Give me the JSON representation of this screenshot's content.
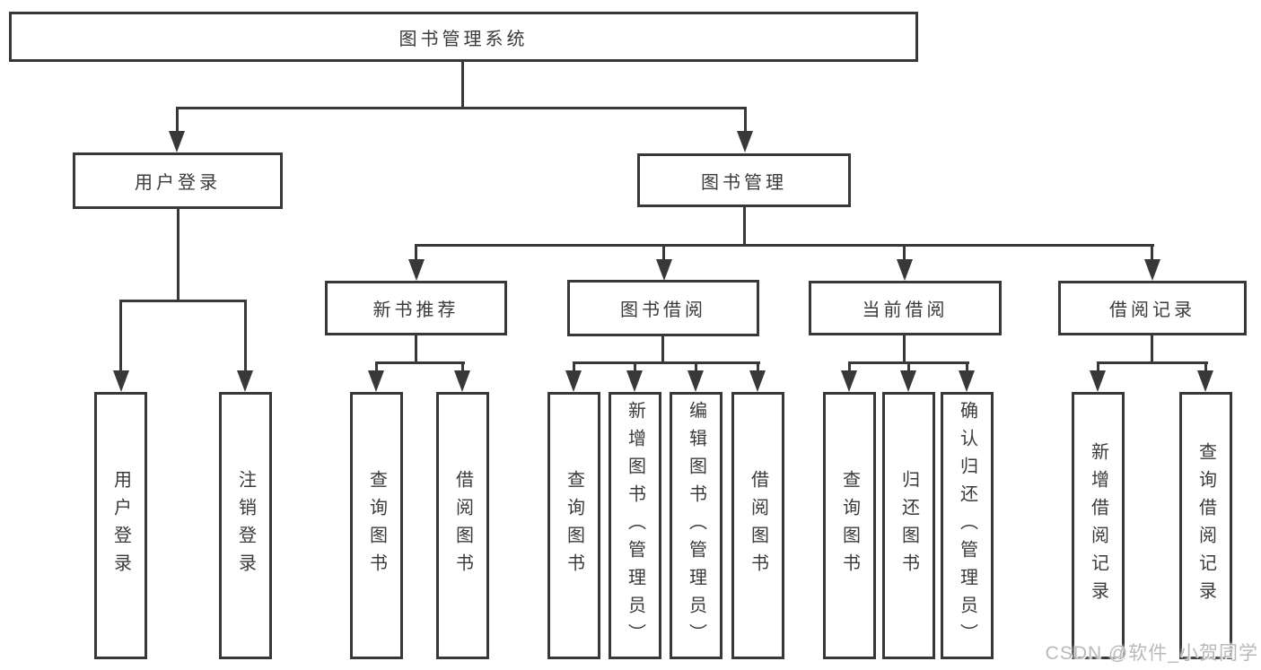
{
  "diagram": {
    "title": "图书管理系统",
    "level2": {
      "user_login": "用户登录",
      "book_management": "图书管理"
    },
    "level3": {
      "new_book_recommend": "新书推荐",
      "book_borrow": "图书借阅",
      "current_borrow": "当前借阅",
      "borrow_records": "借阅记录"
    },
    "leaves": {
      "user_login": [
        "用户登录",
        "注销登录"
      ],
      "new_book_recommend": [
        "查询图书",
        "借阅图书"
      ],
      "book_borrow": [
        "查询图书",
        "新增图书（管理员）",
        "编辑图书（管理员）",
        "借阅图书"
      ],
      "current_borrow": [
        "查询图书",
        "归还图书",
        "确认归还（管理员）"
      ],
      "borrow_records": [
        "新增借阅记录",
        "查询借阅记录"
      ]
    }
  },
  "watermark": "CSDN @软件_小贺同学",
  "colors": {
    "line": "#383838",
    "text": "#3a3a3a",
    "watermark": "#b9b9b9",
    "background": "#ffffff"
  }
}
